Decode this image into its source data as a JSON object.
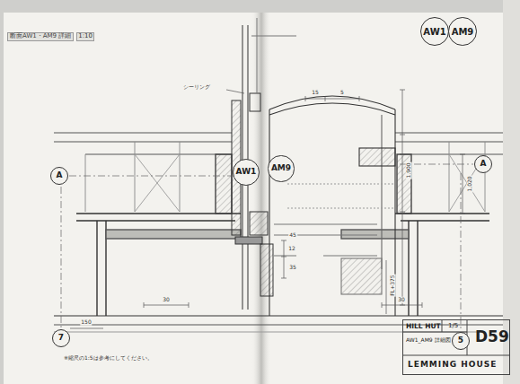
{
  "diagram": {
    "title": "断面AW1・AM9 詳細",
    "nodes": [
      {
        "text": [
          "AW1"
        ]
      },
      {
        "text": [
          "AM9"
        ]
      },
      {
        "text": [
          "AW1"
        ]
      },
      {
        "text": [
          "AM9"
        ]
      },
      {
        "text": [
          "A"
        ]
      },
      {
        "text": [
          "A"
        ]
      },
      {
        "text": [
          "7"
        ]
      },
      {
        "text": [
          "5"
        ]
      },
      {
        "text": [
          "HILL HUT",
          "1/5",
          "D59",
          "AW1_AM9 詳細図",
          "LEMMING HOUSE"
        ]
      }
    ],
    "labels": [
      "1:10",
      "シーリング",
      "15",
      "5",
      "1,900",
      "1,020",
      "12",
      "45",
      "35",
      "FL+375",
      "30",
      "30",
      "150",
      "※縮尺の1:5は参考にしてください。"
    ]
  }
}
